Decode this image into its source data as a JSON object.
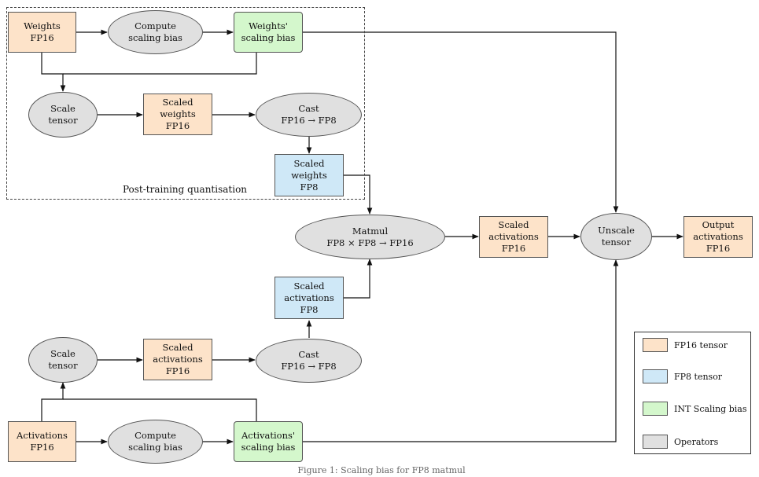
{
  "colors": {
    "fp16_tensor": "#fde3c9",
    "fp8_tensor": "#cfe8f7",
    "int_scaling_bias": "#d4f7cc",
    "operator": "#e0e0e0",
    "edge": "#111111"
  },
  "group": {
    "label": "Post-training quantisation"
  },
  "nodes": {
    "weights_fp16": [
      "Weights",
      "FP16"
    ],
    "compute_scaling_bias_top": [
      "Compute",
      "scaling bias"
    ],
    "weights_scaling_bias": [
      "Weights'",
      "scaling bias"
    ],
    "scale_tensor_top": [
      "Scale",
      "tensor"
    ],
    "scaled_weights_fp16": [
      "Scaled",
      "weights",
      "FP16"
    ],
    "cast_top": [
      "Cast",
      "FP16 → FP8"
    ],
    "scaled_weights_fp8": [
      "Scaled",
      "weights",
      "FP8"
    ],
    "matmul": [
      "Matmul",
      "FP8 × FP8 → FP16"
    ],
    "scaled_activations_fp16_mid": [
      "Scaled",
      "activations",
      "FP16"
    ],
    "unscale_tensor": [
      "Unscale",
      "tensor"
    ],
    "output_activations": [
      "Output",
      "activations",
      "FP16"
    ],
    "scaled_activations_fp8": [
      "Scaled",
      "activations",
      "FP8"
    ],
    "scale_tensor_bottom": [
      "Scale",
      "tensor"
    ],
    "scaled_activations_fp16_bottom": [
      "Scaled",
      "activations",
      "FP16"
    ],
    "cast_bottom": [
      "Cast",
      "FP16 → FP8"
    ],
    "activations_fp16": [
      "Activations",
      "FP16"
    ],
    "compute_scaling_bias_bottom": [
      "Compute",
      "scaling bias"
    ],
    "activations_scaling_bias": [
      "Activations'",
      "scaling bias"
    ]
  },
  "legend": [
    {
      "label": "FP16 tensor",
      "color": "#fde3c9"
    },
    {
      "label": "FP8 tensor",
      "color": "#cfe8f7"
    },
    {
      "label": "INT Scaling bias",
      "color": "#d4f7cc"
    },
    {
      "label": "Operators",
      "color": "#e0e0e0"
    }
  ],
  "caption": "Figure 1: Scaling bias for FP8 matmul"
}
